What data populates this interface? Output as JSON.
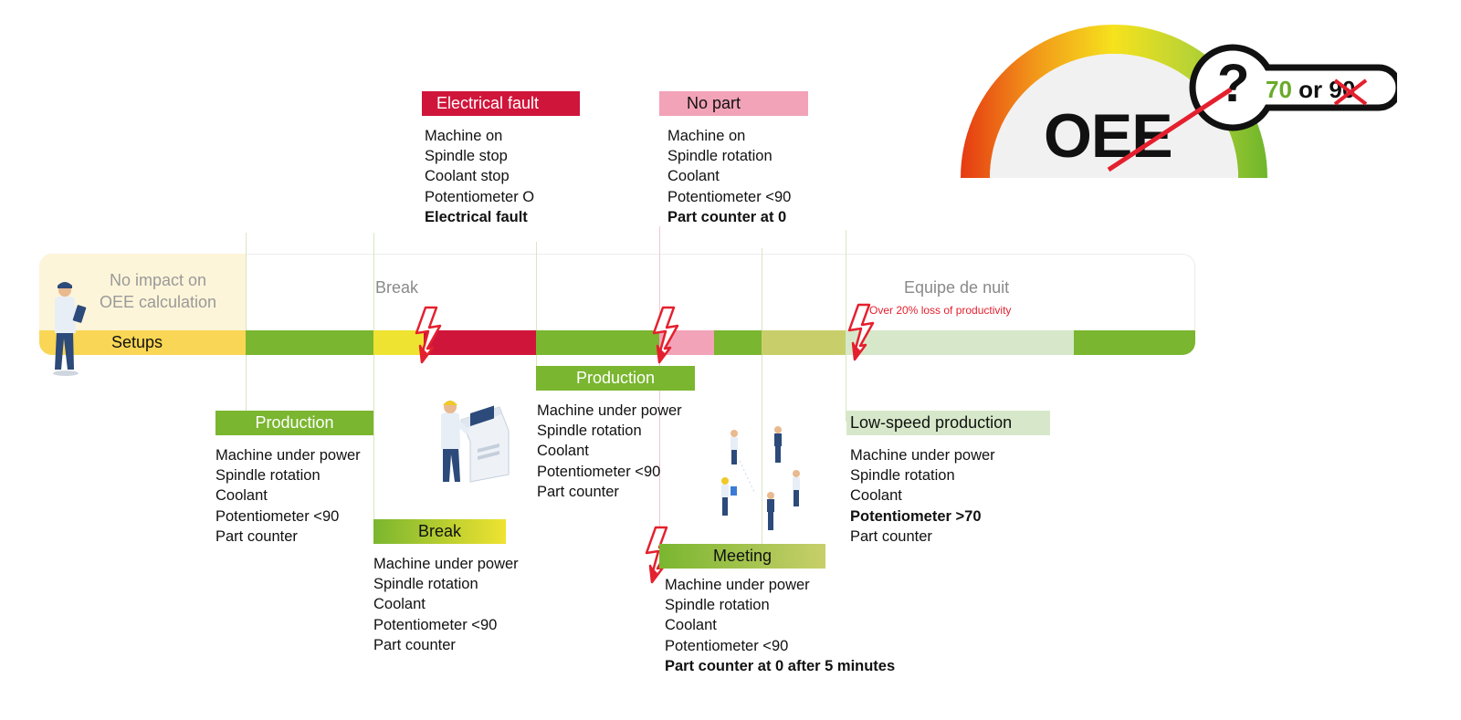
{
  "oee_gauge": {
    "title": "OEE",
    "question_mark": "?",
    "value_main": "70",
    "value_joiner": "or",
    "value_struck": "90",
    "colors": {
      "main_value": "#6aaa2a",
      "strike": "#e4202e"
    }
  },
  "timeline": {
    "band_labels": {
      "setup_zone": [
        "No impact on",
        "OEE calculation"
      ],
      "break_zone": "Break",
      "night_zone": "Equipe de nuit",
      "loss_note": "Over 20% loss of productivity"
    },
    "setups_label": "Setups",
    "segment_colors": {
      "setups": "#f9d655",
      "production": "#7ab62f",
      "break": "#efe331",
      "electrical_fault": "#d0153b",
      "no_part": "#f2a3b8",
      "meeting": "#c8cf6a",
      "low_speed": "#d6e8c9"
    }
  },
  "blocks": {
    "electrical_fault": {
      "title": "Electrical fault",
      "lines": [
        "Machine on",
        "Spindle stop",
        "Coolant stop",
        "Potentiometer O"
      ],
      "bold": "Electrical fault"
    },
    "no_part": {
      "title": "No part",
      "lines": [
        "Machine on",
        "Spindle rotation",
        "Coolant",
        "Potentiometer <90"
      ],
      "bold": "Part counter at 0"
    },
    "production_1": {
      "title": "Production",
      "lines": [
        "Machine under power",
        "Spindle rotation",
        "Coolant",
        "Potentiometer <90",
        "Part counter"
      ]
    },
    "break": {
      "title": "Break",
      "lines": [
        "Machine under power",
        "Spindle rotation",
        "Coolant",
        "Potentiometer <90",
        "Part counter"
      ]
    },
    "production_2": {
      "title": "Production",
      "lines": [
        "Machine under power",
        "Spindle rotation",
        "Coolant",
        "Potentiometer <90",
        "Part counter"
      ]
    },
    "meeting": {
      "title": "Meeting",
      "lines": [
        "Machine under power",
        "Spindle rotation",
        "Coolant",
        "Potentiometer <90"
      ],
      "bold": "Part counter at 0 after 5 minutes"
    },
    "low_speed": {
      "title": "Low-speed production",
      "lines": [
        "Machine under power",
        "Spindle rotation",
        "Coolant"
      ],
      "bold": "Potentiometer >70",
      "last": "Part counter"
    }
  },
  "icons": [
    "worker-with-clipboard-icon",
    "worker-at-control-panel-icon",
    "meeting-group-icon",
    "lightning-bolt-icon",
    "gauge-icon"
  ]
}
